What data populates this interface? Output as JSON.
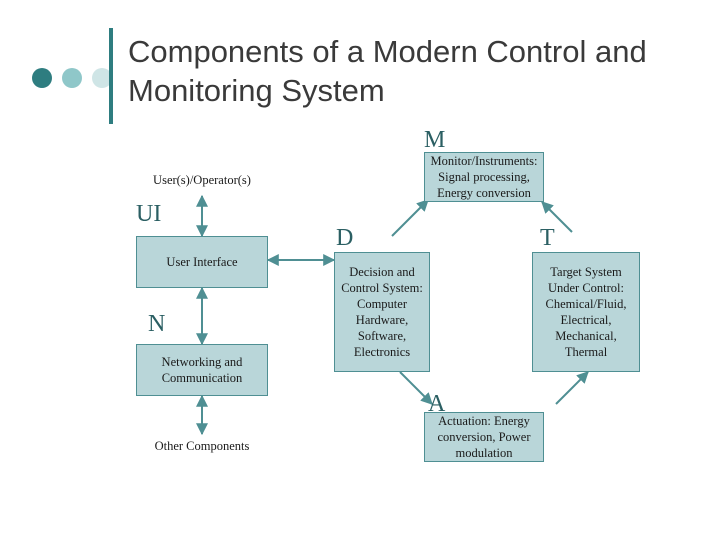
{
  "title": "Components of a Modern Control and Monitoring System",
  "theme": {
    "box_fill": "#b9d6d9",
    "box_border": "#4f8f93",
    "accent_dark": "#2e7d80",
    "accent_mid": "#8fc7c9",
    "accent_light": "#cfe5e6",
    "letter_color": "#2b5f63",
    "title_color": "#3a3a3a"
  },
  "letters": {
    "m": "M",
    "d": "D",
    "t": "T",
    "a": "A",
    "ui": "UI",
    "n": "N"
  },
  "labels": {
    "user_operator": "User(s)/Operator(s)",
    "other_components": "Other Components"
  },
  "boxes": {
    "monitor": "Monitor/Instruments: Signal processing, Energy conversion",
    "user_interface": "User Interface",
    "decision": "Decision and Control System: Computer Hardware, Software, Electronics",
    "target": "Target System Under Control: Chemical/Fluid, Electrical, Mechanical, Thermal",
    "networking": "Networking and Communication",
    "actuation": "Actuation: Energy conversion, Power modulation"
  }
}
